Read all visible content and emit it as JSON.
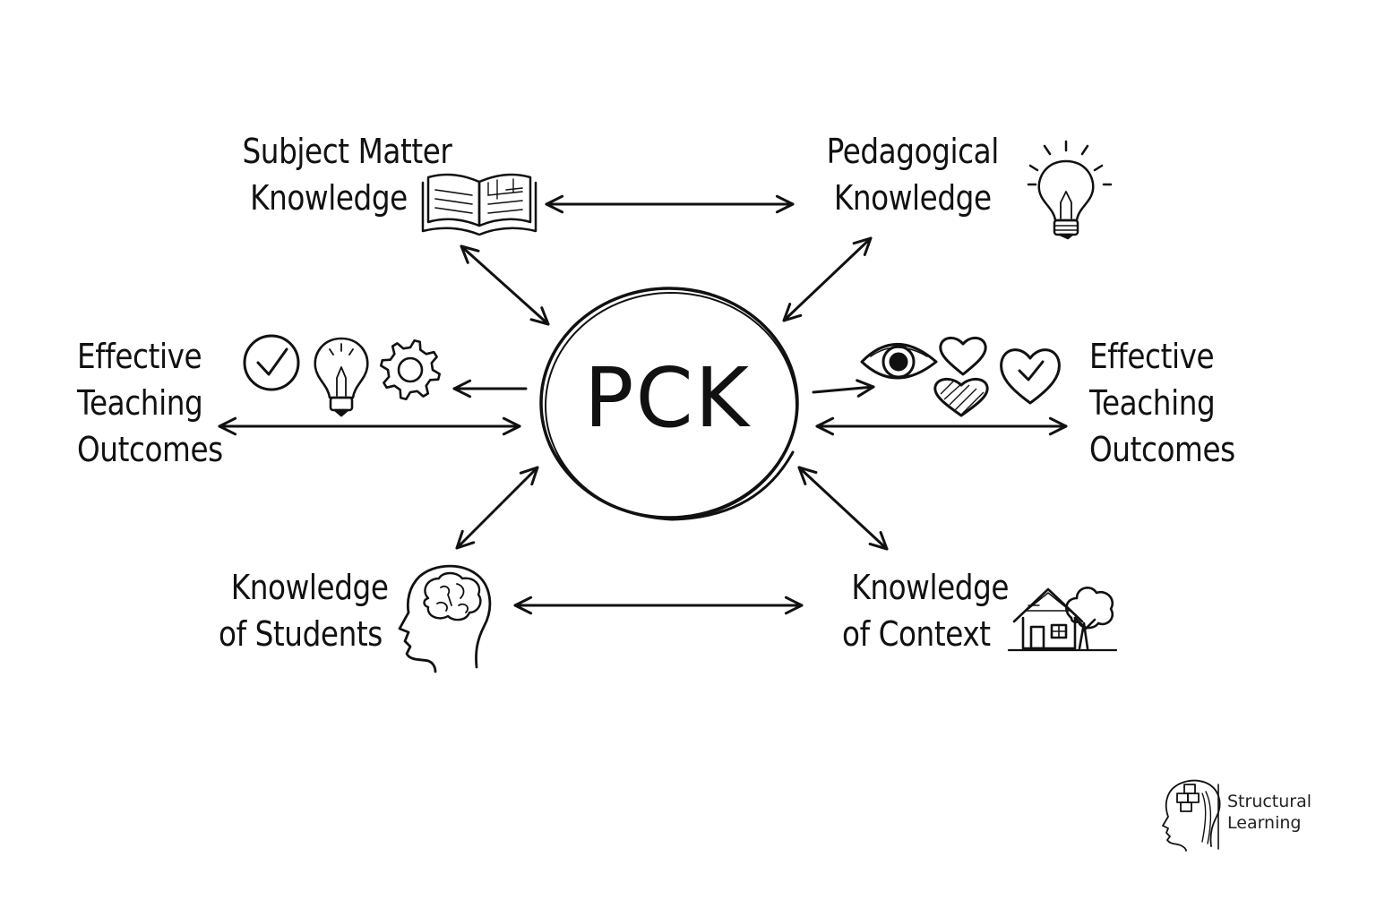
{
  "center": {
    "label": "PCK"
  },
  "nodes": {
    "subject_matter": {
      "line1": "Subject Matter",
      "line2": "Knowledge"
    },
    "pedagogical": {
      "line1": "Pedagogical",
      "line2": "Knowledge"
    },
    "outcomes_left": {
      "line1": "Effective",
      "line2": "Teaching",
      "line3": "Outcomes"
    },
    "outcomes_right": {
      "line1": "Effective",
      "line2": "Teaching",
      "line3": "Outcomes"
    },
    "students": {
      "line1": "Knowledge",
      "line2": "of Students"
    },
    "context": {
      "line1": "Knowledge",
      "line2": "of Context"
    }
  },
  "icons": [
    "open-book-icon",
    "lightbulb-icon",
    "checkmark-circle-icon",
    "gear-icon",
    "eye-icon",
    "heart-icon",
    "heart-check-icon",
    "head-brain-icon",
    "house-tree-icon"
  ],
  "brand": {
    "line1": "Structural",
    "line2": "Learning"
  },
  "colors": {
    "ink": "#111111",
    "background": "#ffffff"
  }
}
